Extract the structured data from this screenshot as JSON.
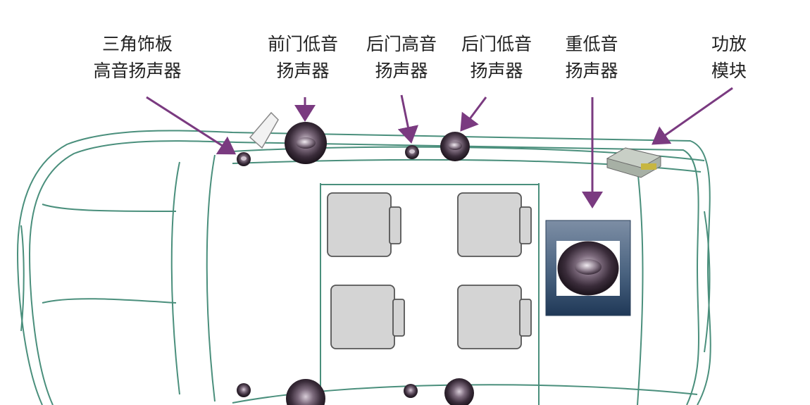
{
  "labels": [
    {
      "line1": "三角饰板",
      "line2": "高音扬声器"
    },
    {
      "line1": "前门低音",
      "line2": "扬声器"
    },
    {
      "line1": "后门高音",
      "line2": "扬声器"
    },
    {
      "line1": "后门低音",
      "line2": "扬声器"
    },
    {
      "line1": "重低音",
      "line2": "扬声器"
    },
    {
      "line1": "功放",
      "line2": "模块"
    }
  ],
  "colors": {
    "outline": "#4a8f7c",
    "arrow": "#7a3a80",
    "seat_fill": "#d4d4d4",
    "seat_stroke": "#555555",
    "sub_panel_top": "#6b7f98",
    "sub_panel_bottom": "#1f3857",
    "speaker_dark": "#2a1f2a",
    "speaker_mid": "#6d5e6d"
  }
}
